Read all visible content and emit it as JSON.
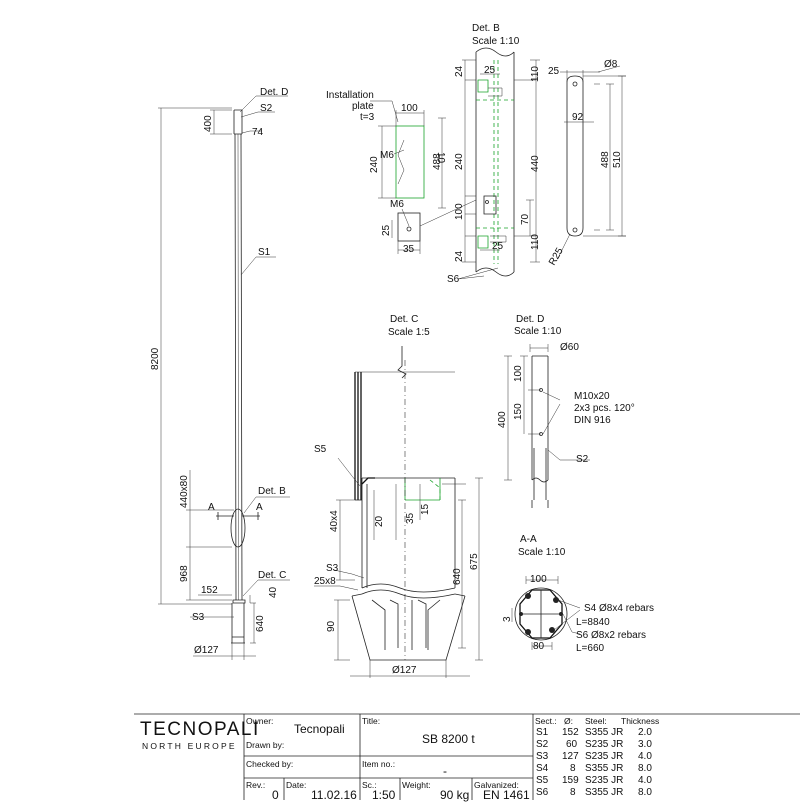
{
  "drawing": {
    "overall": {
      "det_d": "Det. D",
      "s2": "S2",
      "dim_400": "400",
      "dim_74": "74",
      "s1": "S1",
      "dim_8200": "8200",
      "dim_440x80": "440x80",
      "a_left": "A",
      "a_right": "A",
      "det_b": "Det. B",
      "dim_968": "968",
      "dim_152": "152",
      "det_c": "Det. C",
      "dim_40": "40",
      "s3": "S3",
      "dim_640": "640",
      "dia_127": "Ø127"
    },
    "det_b": {
      "title": "Det. B",
      "scale": "Scale 1:10",
      "plate_label_1": "Installation",
      "plate_label_2": "plate",
      "plate_label_3": "t=3",
      "dim_100": "100",
      "m6": "M6",
      "dim_10": "10",
      "dim_240": "240",
      "dim_488": "488",
      "m6_b": "M6",
      "dim_25_small": "25",
      "dim_35": "35",
      "dim_24_top": "24",
      "dim_25_top": "25",
      "dim_110_top": "110",
      "dim_240_main": "240",
      "dim_440": "440",
      "dim_100_main": "100",
      "dim_70": "70",
      "dim_24_bot": "24",
      "dim_25_bot": "25",
      "dim_110_bot": "110",
      "s6": "S6"
    },
    "slot": {
      "dim_25": "25",
      "dia_8": "Ø8",
      "dim_92": "92",
      "dim_488": "488",
      "dim_510": "510",
      "r25": "R25"
    },
    "det_c": {
      "title": "Det. C",
      "scale": "Scale 1:5",
      "s5": "S5",
      "dim_40x4": "40x4",
      "dim_20": "20",
      "dim_35": "35",
      "dim_15": "15",
      "s3": "S3",
      "dim_25x8": "25x8",
      "dim_640": "640",
      "dim_675": "675",
      "dim_90": "90",
      "dia_127": "Ø127"
    },
    "det_d": {
      "title": "Det. D",
      "scale": "Scale 1:10",
      "dia_60": "Ø60",
      "dim_100": "100",
      "dim_150": "150",
      "dim_400": "400",
      "note_1": "M10x20",
      "note_2": "2x3 pcs. 120°",
      "note_3": "DIN 916",
      "s2": "S2"
    },
    "section_aa": {
      "title": "A-A",
      "scale": "Scale 1:10",
      "dim_100": "100",
      "dim_3": "3",
      "dim_80": "80",
      "s4_label": "S4 Ø8x4 rebars",
      "s4_len": "L=8840",
      "s6_label": "S6 Ø8x2 rebars",
      "s6_len": "L=660"
    }
  },
  "title_block": {
    "brand": "TECNOPALI",
    "brand_sub": "NORTH EUROPE",
    "owner_label": "Owner:",
    "owner_value": "Tecnopali",
    "title_label": "Title:",
    "title_value": "SB 8200 t",
    "drawn_label": "Drawn by:",
    "checked_label": "Checked by:",
    "item_label": "Item no.:",
    "item_value": "-",
    "rev_label": "Rev.:",
    "rev_value": "0",
    "date_label": "Date:",
    "date_value": "11.02.16",
    "scale_label": "Sc.:",
    "scale_value": "1:50",
    "weight_label": "Weight:",
    "weight_value": "90 kg",
    "galv_label": "Galvanized:",
    "galv_value": "EN 1461",
    "parts_header": {
      "sect": "Sect.:",
      "dia": "Ø:",
      "steel": "Steel:",
      "thickness": "Thickness"
    },
    "parts": [
      {
        "sect": "S1",
        "dia": "152",
        "steel": "S355 JR",
        "thickness": "2.0"
      },
      {
        "sect": "S2",
        "dia": "60",
        "steel": "S235 JR",
        "thickness": "3.0"
      },
      {
        "sect": "S3",
        "dia": "127",
        "steel": "S235 JR",
        "thickness": "4.0"
      },
      {
        "sect": "S4",
        "dia": "8",
        "steel": "S355 JR",
        "thickness": "8.0"
      },
      {
        "sect": "S5",
        "dia": "159",
        "steel": "S235 JR",
        "thickness": "4.0"
      },
      {
        "sect": "S6",
        "dia": "8",
        "steel": "S355 JR",
        "thickness": "8.0"
      }
    ]
  }
}
